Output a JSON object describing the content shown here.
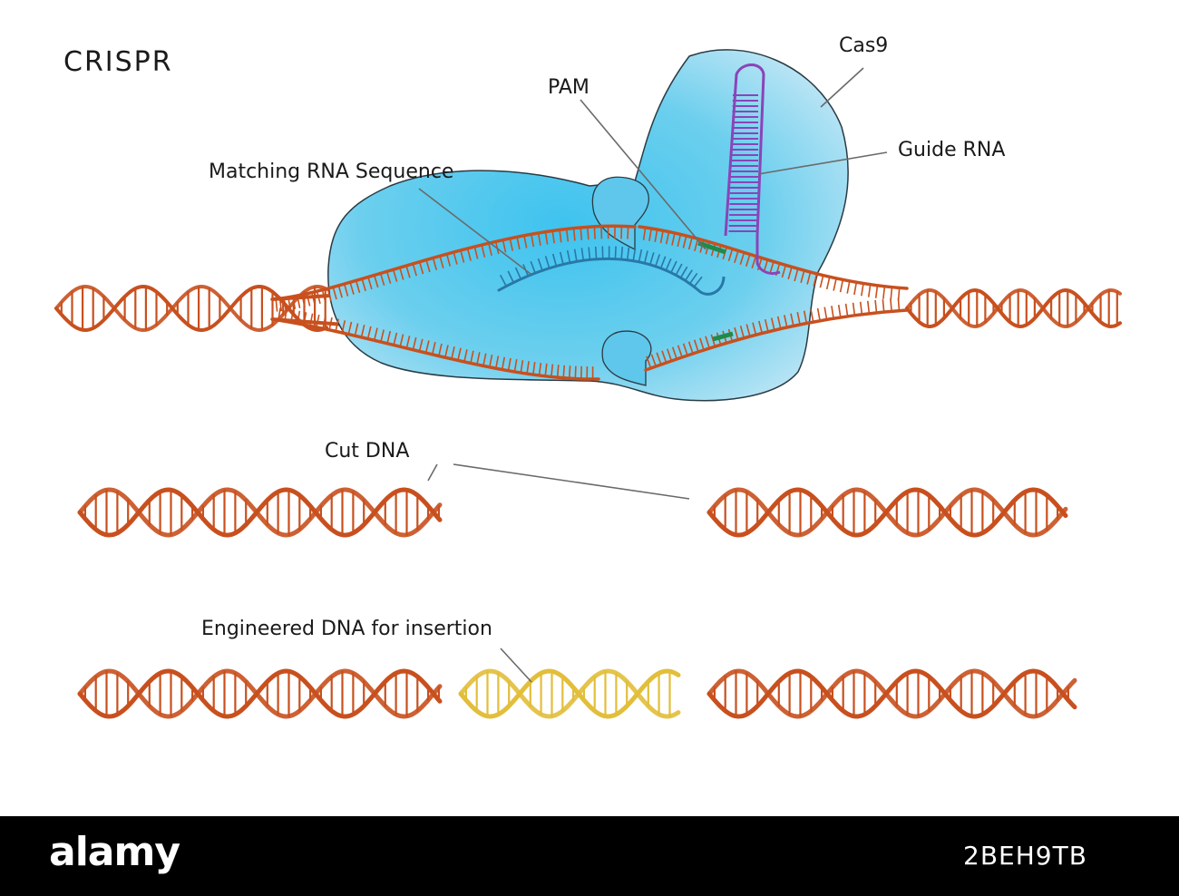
{
  "title": "CRISPR",
  "labels": {
    "cas9": "Cas9",
    "pam": "PAM",
    "guide_rna": "Guide RNA",
    "matching_rna": "Matching RNA Sequence",
    "cut_dna": "Cut DNA",
    "engineered": "Engineered DNA for insertion"
  },
  "footer": {
    "brand": "alamy",
    "image_id": "2BEH9TB"
  },
  "colors": {
    "dna": "#c8501e",
    "dna_dark": "#a83c12",
    "insert": "#e2be3a",
    "protein": "#7fcde8",
    "protein_edge": "#2a3b44",
    "guide_rna": "#8a44b8",
    "matching_rna": "#2878a8",
    "pam": "#1f8a4a"
  }
}
